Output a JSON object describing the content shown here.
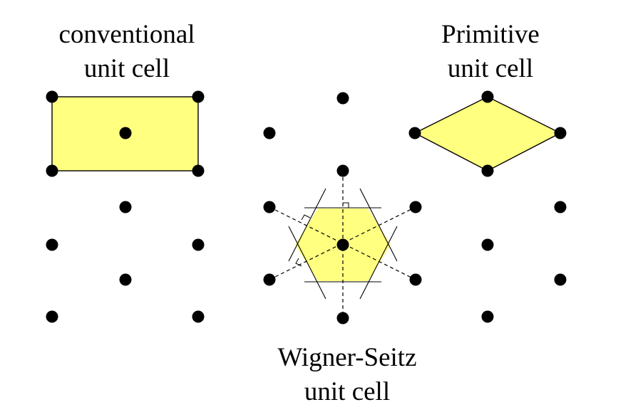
{
  "labels": {
    "conventional_line1": "conventional",
    "conventional_line2": "unit cell",
    "primitive_line1": "Primitive",
    "primitive_line2": "unit cell",
    "wigner_line1": "Wigner-Seitz",
    "wigner_line2": "unit cell"
  },
  "colors": {
    "cell_fill": "#ffff80",
    "lattice_point": "#000000",
    "outline": "#000000"
  }
}
